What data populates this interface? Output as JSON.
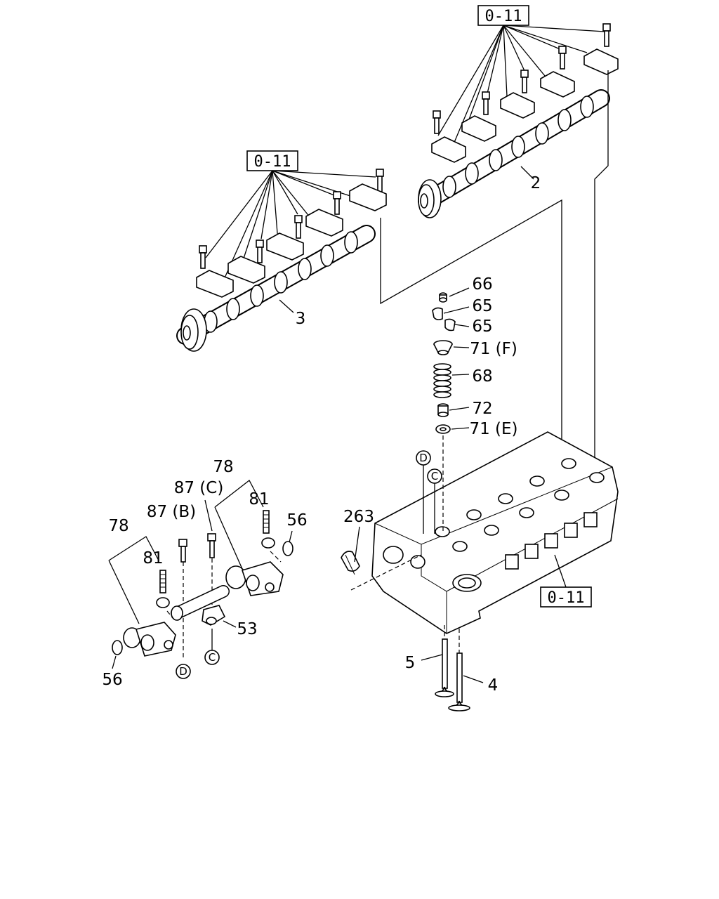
{
  "ref_boxes": {
    "top_right": "0-11",
    "middle_left": "0-11",
    "cylinder_head": "0-11"
  },
  "callouts": {
    "camshaft_exhaust": "2",
    "camshaft_intake": "3",
    "valve_intake": "4",
    "valve_exhaust": "5",
    "cap": "66",
    "collet_a": "65",
    "collet_b": "65",
    "retainer_upper": "71 (F)",
    "spring": "68",
    "seal": "72",
    "washer_lower": "71 (E)",
    "plug": "263",
    "rocker_assy_right": "78",
    "rocker_assy_left": "78",
    "stud_right": "81",
    "stud_left": "81",
    "bolt_c": "87 (C)",
    "bolt_b": "87 (B)",
    "oring_right": "56",
    "oring_left": "56",
    "bracket": "53"
  },
  "circle_markers": {
    "d_top": "D",
    "c_top": "C",
    "d_bottom": "D",
    "c_bottom": "C"
  }
}
